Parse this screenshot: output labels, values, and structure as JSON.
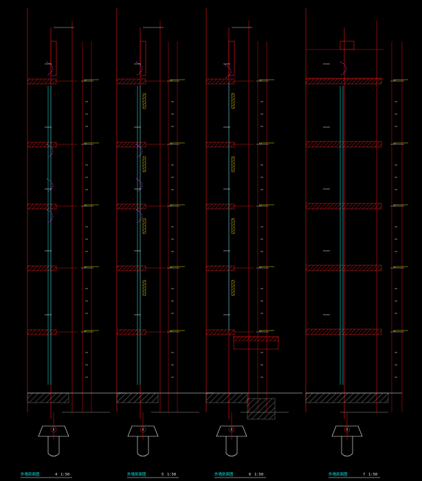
{
  "drawing": {
    "background": "#000000",
    "colors": {
      "frame_red": "#e01010",
      "slab_red": "#c41a1a",
      "glass_cyan": "#00e5e5",
      "level_yellow": "#e8e800",
      "callout_magenta": "#d12fd1",
      "hatch_yellow": "#e8c800",
      "white": "#ffffff",
      "ground_gray": "#9a9a9a"
    },
    "sections": [
      {
        "id": "4",
        "title": "外墙剖面图",
        "scale": "1:50"
      },
      {
        "id": "5",
        "title": "外墙剖面图",
        "scale": "1:50"
      },
      {
        "id": "6",
        "title": "外墙剖面图",
        "scale": "1:50"
      },
      {
        "id": "7",
        "title": "外墙剖面图",
        "scale": "1:50"
      }
    ],
    "axis_marks": [
      "A",
      "A",
      "A",
      "A"
    ]
  }
}
